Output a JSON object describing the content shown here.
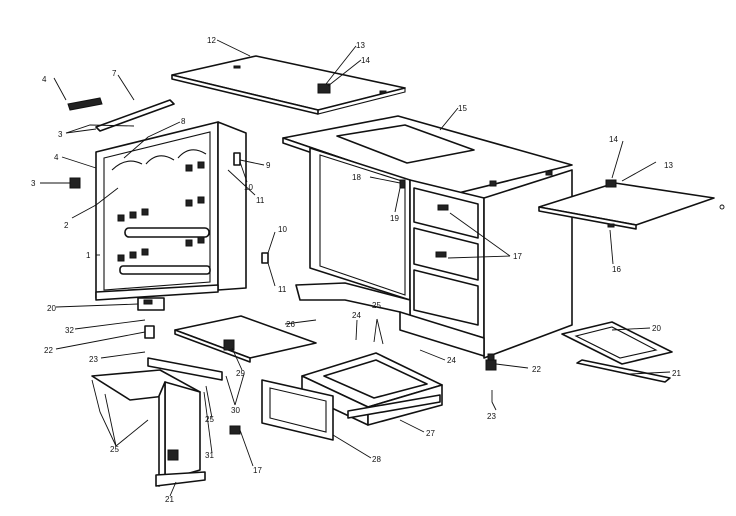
{
  "callouts": [
    {
      "id": "c1",
      "text": "1"
    },
    {
      "id": "c2",
      "text": "2"
    },
    {
      "id": "c3a",
      "text": "3"
    },
    {
      "id": "c3b",
      "text": "3"
    },
    {
      "id": "c4a",
      "text": "4"
    },
    {
      "id": "c4b",
      "text": "4"
    },
    {
      "id": "c7",
      "text": "7"
    },
    {
      "id": "c8",
      "text": "8"
    },
    {
      "id": "c9",
      "text": "9"
    },
    {
      "id": "c10a",
      "text": "10"
    },
    {
      "id": "c10b",
      "text": "10"
    },
    {
      "id": "c11a",
      "text": "11"
    },
    {
      "id": "c11b",
      "text": "11"
    },
    {
      "id": "c12",
      "text": "12"
    },
    {
      "id": "c13a",
      "text": "13"
    },
    {
      "id": "c13b",
      "text": "13"
    },
    {
      "id": "c14a",
      "text": "14"
    },
    {
      "id": "c14b",
      "text": "14"
    },
    {
      "id": "c15",
      "text": "15"
    },
    {
      "id": "c16",
      "text": "16"
    },
    {
      "id": "c17a",
      "text": "17"
    },
    {
      "id": "c17b",
      "text": "17"
    },
    {
      "id": "c18",
      "text": "18"
    },
    {
      "id": "c19",
      "text": "19"
    },
    {
      "id": "c20a",
      "text": "20"
    },
    {
      "id": "c20b",
      "text": "20"
    },
    {
      "id": "c21a",
      "text": "21"
    },
    {
      "id": "c21b",
      "text": "21"
    },
    {
      "id": "c22a",
      "text": "22"
    },
    {
      "id": "c22b",
      "text": "22"
    },
    {
      "id": "c23a",
      "text": "23"
    },
    {
      "id": "c23b",
      "text": "23"
    },
    {
      "id": "c24a",
      "text": "24"
    },
    {
      "id": "c24b",
      "text": "24"
    },
    {
      "id": "c25a",
      "text": "25"
    },
    {
      "id": "c25b",
      "text": "25"
    },
    {
      "id": "c25c",
      "text": "25"
    },
    {
      "id": "c26",
      "text": "26"
    },
    {
      "id": "c27",
      "text": "27"
    },
    {
      "id": "c28",
      "text": "28"
    },
    {
      "id": "c29",
      "text": "29"
    },
    {
      "id": "c30",
      "text": "30"
    },
    {
      "id": "c31",
      "text": "31"
    },
    {
      "id": "c32",
      "text": "32"
    }
  ]
}
